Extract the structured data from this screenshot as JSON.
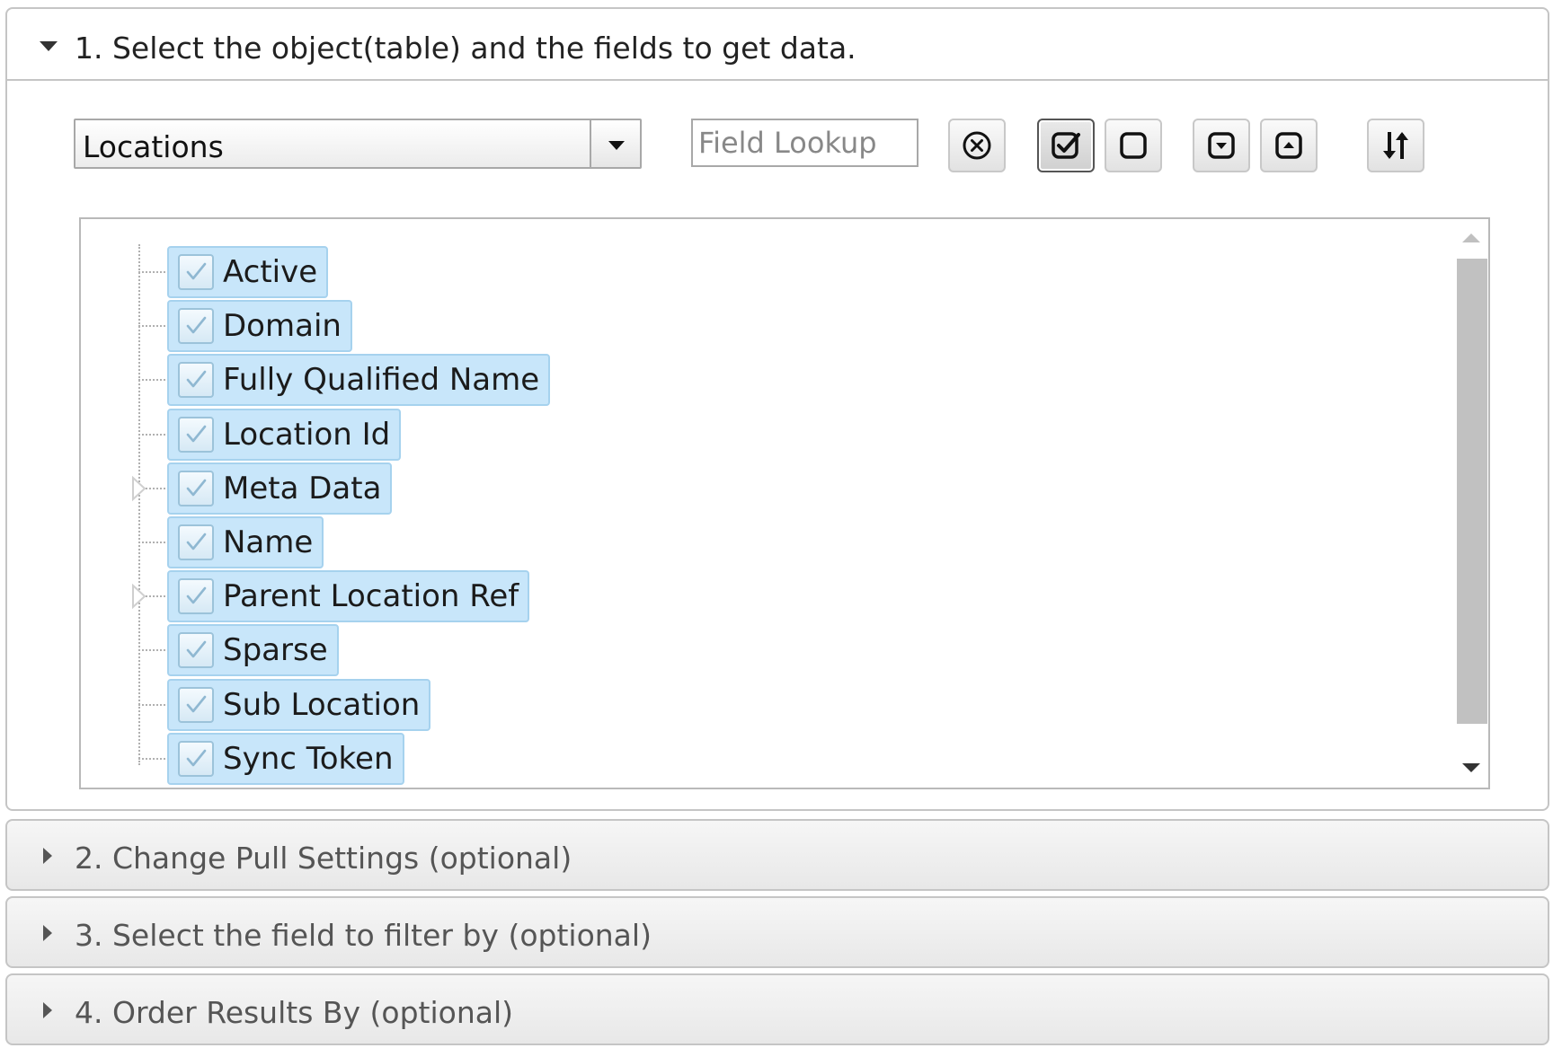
{
  "sections": [
    {
      "title": "1. Select the object(table) and the fields to get data.",
      "expanded": true
    },
    {
      "title": "2. Change Pull Settings (optional)",
      "expanded": false
    },
    {
      "title": "3. Select the field to filter by (optional)",
      "expanded": false
    },
    {
      "title": "4. Order Results By (optional)",
      "expanded": false
    }
  ],
  "toolbar": {
    "object_select": {
      "value": "Locations"
    },
    "field_lookup": {
      "placeholder": "Field Lookup",
      "value": ""
    },
    "buttons": [
      {
        "icon": "clear-circle-x-icon"
      },
      {
        "icon": "check-all-icon",
        "active": true
      },
      {
        "icon": "uncheck-all-icon"
      },
      {
        "icon": "expand-all-icon"
      },
      {
        "icon": "collapse-all-icon"
      },
      {
        "icon": "sort-icon"
      }
    ]
  },
  "tree": {
    "items": [
      {
        "label": "Active",
        "checked": true,
        "expandable": false
      },
      {
        "label": "Domain",
        "checked": true,
        "expandable": false
      },
      {
        "label": "Fully Qualified Name",
        "checked": true,
        "expandable": false
      },
      {
        "label": "Location Id",
        "checked": true,
        "expandable": false
      },
      {
        "label": "Meta Data",
        "checked": true,
        "expandable": true
      },
      {
        "label": "Name",
        "checked": true,
        "expandable": false
      },
      {
        "label": "Parent Location Ref",
        "checked": true,
        "expandable": true
      },
      {
        "label": "Sparse",
        "checked": true,
        "expandable": false
      },
      {
        "label": "Sub Location",
        "checked": true,
        "expandable": false
      },
      {
        "label": "Sync Token",
        "checked": true,
        "expandable": false
      }
    ]
  },
  "colors": {
    "chip_background": "#c8e6fa",
    "chip_border": "#a6d2ee",
    "border": "#c5c5c5"
  }
}
